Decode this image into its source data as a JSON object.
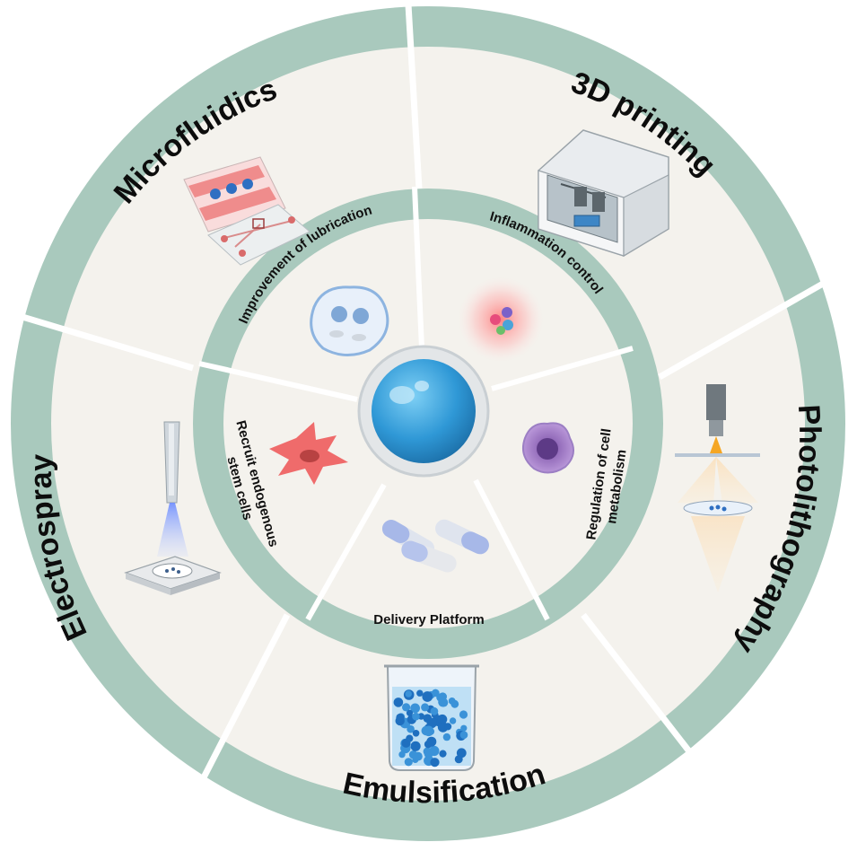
{
  "outer_ring": {
    "segments": [
      {
        "id": "microfluidics",
        "label": "Microfluidics"
      },
      {
        "id": "printing",
        "label": "3D printing"
      },
      {
        "id": "photolithography",
        "label": "Photolithography"
      },
      {
        "id": "emulsification",
        "label": "Emulsification"
      },
      {
        "id": "electrospray",
        "label": "Electrospray"
      }
    ]
  },
  "inner_ring": {
    "segments": [
      {
        "id": "lubrication",
        "label": "Improvement of lubrication"
      },
      {
        "id": "inflammation",
        "label": "Inflammation control"
      },
      {
        "id": "metabolism_line1",
        "label": "Regulation of cell"
      },
      {
        "id": "metabolism_line2",
        "label": "metabolism"
      },
      {
        "id": "delivery",
        "label": "Delivery Platform"
      },
      {
        "id": "stem_line1",
        "label": "Recruit endogenous"
      },
      {
        "id": "stem_line2",
        "label": "stem cells"
      }
    ]
  },
  "colors": {
    "band": "#a9c9bd",
    "band_dark": "#8fb6a8",
    "field": "#f4f2ed",
    "divider": "#ffffff",
    "center_sphere": "#3aa0d8"
  },
  "icons": {
    "microfluidics": "microfluidic-chip-icon",
    "printing": "3d-printer-icon",
    "photolithography": "photolithography-light-cone-icon",
    "emulsification": "beaker-with-microspheres-icon",
    "electrospray": "electrospray-nozzle-icon",
    "lubrication": "chondrocyte-cell-icon",
    "inflammation": "inflammation-glow-icon",
    "metabolism": "macrophage-cell-icon",
    "delivery": "capsule-pills-icon",
    "stem": "stem-cell-icon",
    "center": "hydrogel-microsphere-icon"
  }
}
